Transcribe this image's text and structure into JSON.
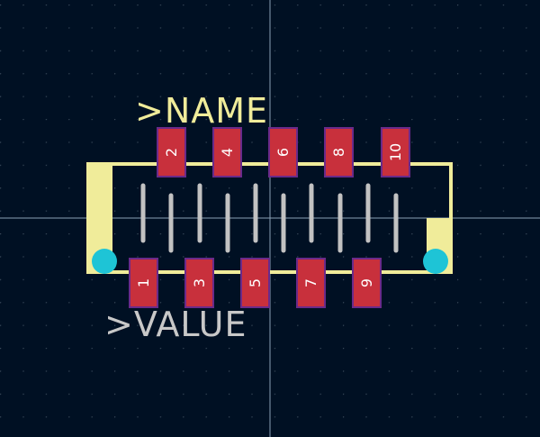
{
  "editor": {
    "reference_text": ">NAME",
    "value_text": ">VALUE"
  },
  "colors": {
    "background": "#001023",
    "grid_dot": "#3a4a5a",
    "crosshair": "#8aa0b4",
    "silkscreen": "#f0ec9a",
    "pad_fill": "#c8303c",
    "pad_outline": "#6a2a8a",
    "pin_line": "#c2c2c2",
    "mounting_dot": "#1ec4d6",
    "pad_text": "#ffffff",
    "value_text": "#c8c8c8"
  },
  "pads": {
    "top": [
      "2",
      "4",
      "6",
      "8",
      "10"
    ],
    "bottom": [
      "1",
      "3",
      "5",
      "7",
      "9"
    ]
  }
}
